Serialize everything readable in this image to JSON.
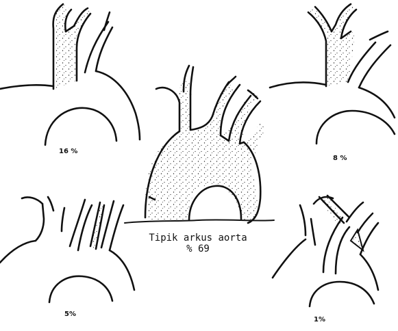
{
  "figure": {
    "panels": [
      {
        "id": "top-left",
        "label": "16 %"
      },
      {
        "id": "top-right",
        "label": "8 %"
      },
      {
        "id": "bottom-left",
        "label": "5%"
      },
      {
        "id": "bottom-right",
        "label": "1%"
      },
      {
        "id": "center",
        "label": "Tipik arkus aorta",
        "sublabel": "% 69"
      }
    ],
    "colors": {
      "ink": "#111111",
      "paper": "#ffffff",
      "stipple": "#222222"
    }
  }
}
